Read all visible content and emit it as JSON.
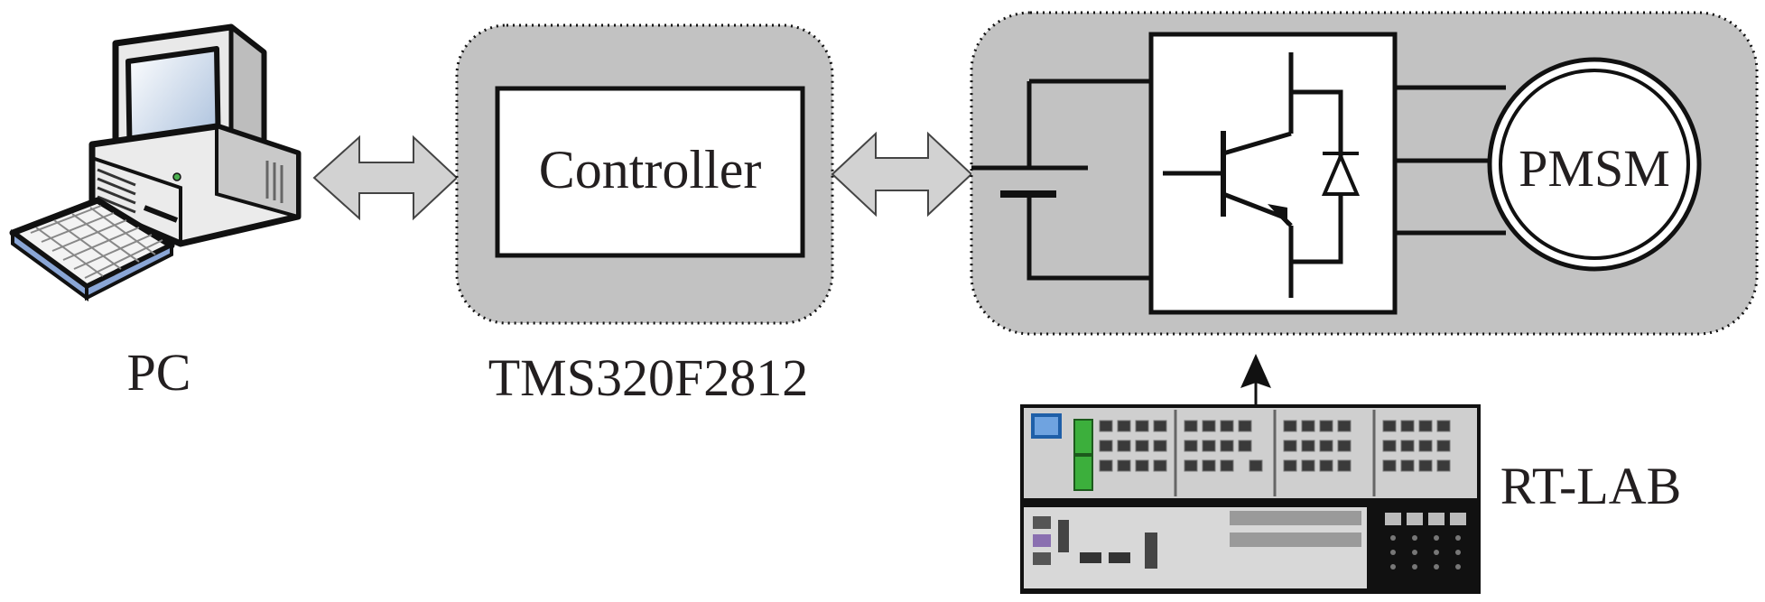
{
  "labels": {
    "pc": "PC",
    "dsp": "TMS320F2812",
    "controller": "Controller",
    "motor": "PMSM",
    "simulator": "RT-LAB"
  },
  "colors": {
    "panel_fill": "#c2c2c2",
    "arrow_fill": "#d2d2d2",
    "line": "#231f20",
    "white": "#ffffff"
  },
  "icons": {
    "pc": "desktop-computer-icon",
    "simulator": "rt-lab-rack-icon"
  }
}
